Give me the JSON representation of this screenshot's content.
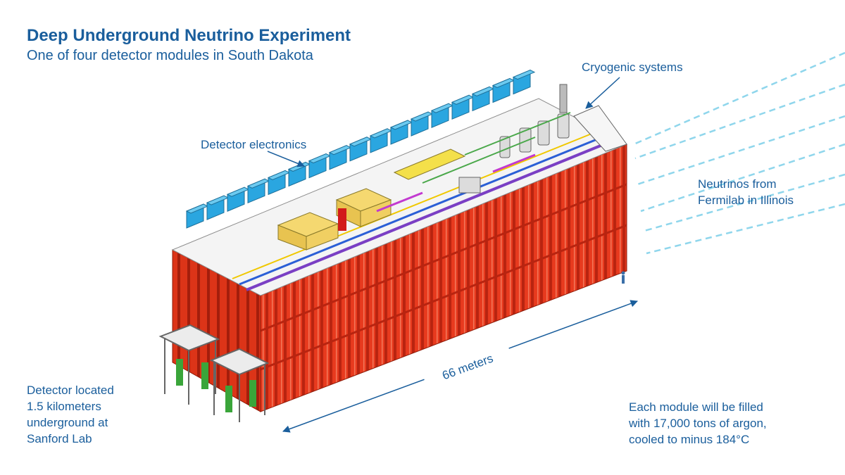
{
  "header": {
    "title": "Deep Underground Neutrino Experiment",
    "subtitle": "One of four detector modules in South Dakota"
  },
  "labels": {
    "cryogenic": "Cryogenic systems",
    "electronics": "Detector electronics",
    "neutrinos": "Neutrinos from\nFermilab in Illinois",
    "location": "Detector located\n1.5 kilometers\nunderground at\nSanford Lab",
    "fill": "Each module will be filled\nwith 17,000 tons of argon,\ncooled to minus 184°C",
    "length": "66 meters"
  },
  "colors": {
    "text": "#1a5e9c",
    "cryostat": "#e83a1e",
    "cryostat_dark": "#b82410",
    "electronics": "#2aa6e0",
    "platforms": "#f5d870",
    "neutrino_beam": "#8fd6ec"
  }
}
